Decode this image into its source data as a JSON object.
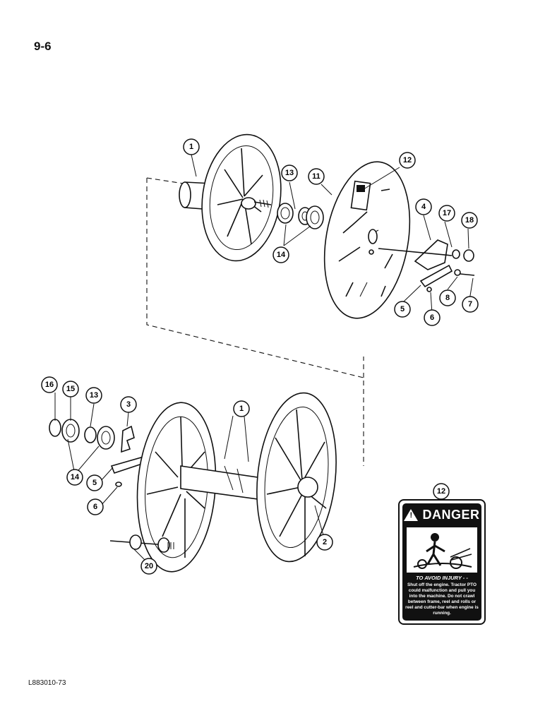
{
  "header": {
    "page_number": "9-6"
  },
  "footer": {
    "document_code": "L883010-73"
  },
  "callouts": {
    "c1_top": "1",
    "c12_top": "12",
    "c13_top": "13",
    "c11_top": "11",
    "c4": "4",
    "c17": "17",
    "c18": "18",
    "c14_top": "14",
    "c5_top": "5",
    "c6_top": "6",
    "c8": "8",
    "c7": "7",
    "c16": "16",
    "c15": "15",
    "c13_bottom": "13",
    "c3": "3",
    "c1_bottom": "1",
    "c14_bottom": "14",
    "c5_bottom": "5",
    "c6_bottom": "6",
    "c2": "2",
    "c20": "20",
    "c12_decal": "12"
  },
  "decal": {
    "signal_word": "DANGER",
    "title": "TO AVOID INJURY - -",
    "body": "Shut off the engine. Tractor PTO could malfunction and pull you into the machine. Do not crawl between frame, reel and rolls or reel and cutter-bar when engine is running."
  },
  "colors": {
    "ink": "#111111",
    "paper": "#ffffff"
  }
}
